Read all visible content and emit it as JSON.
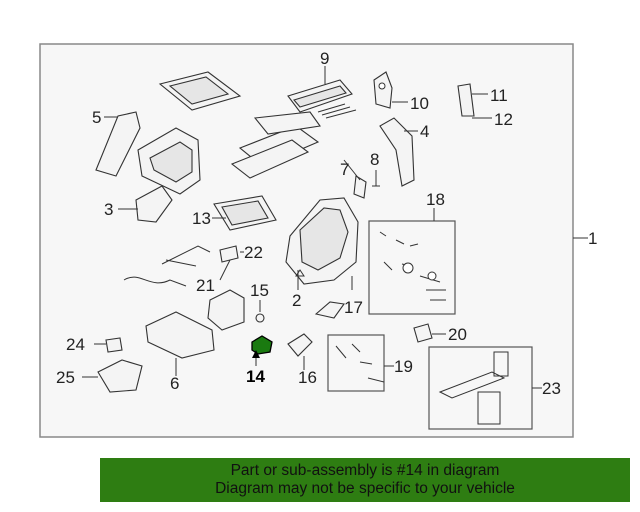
{
  "callouts": {
    "c1": "1",
    "c2": "2",
    "c3": "3",
    "c4": "4",
    "c5": "5",
    "c6": "6",
    "c7": "7",
    "c8": "8",
    "c9": "9",
    "c10": "10",
    "c11": "11",
    "c12": "12",
    "c13": "13",
    "c14": "14",
    "c15": "15",
    "c16": "16",
    "c17": "17",
    "c18": "18",
    "c19": "19",
    "c20": "20",
    "c21": "21",
    "c22": "22",
    "c23": "23",
    "c24": "24",
    "c25": "25"
  },
  "highlighted_part": "14",
  "banner": {
    "line1": "Part or sub-assembly is #14 in diagram",
    "line2": "Diagram may not be specific to your vehicle"
  },
  "colors": {
    "banner_bg": "#2e7d12",
    "highlight": "#1a7a10"
  }
}
